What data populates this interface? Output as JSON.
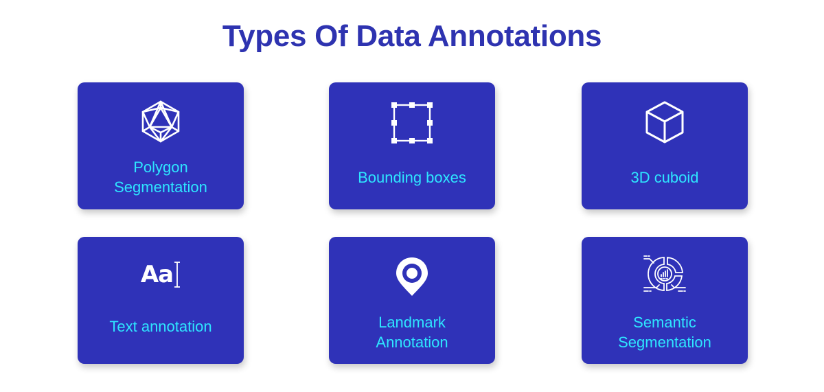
{
  "title": "Types Of Data Annotations",
  "colors": {
    "title": "#2e33b0",
    "card_background": "#2f32b8",
    "label": "#2ee6ff",
    "icon": "#ffffff"
  },
  "cards": [
    {
      "id": "polygon-segmentation",
      "icon": "icosahedron-icon",
      "label_lines": [
        "Polygon",
        "Segmentation"
      ]
    },
    {
      "id": "bounding-boxes",
      "icon": "bounding-box-icon",
      "label_lines": [
        "Bounding boxes"
      ]
    },
    {
      "id": "3d-cuboid",
      "icon": "cube-icon",
      "label_lines": [
        "3D cuboid"
      ]
    },
    {
      "id": "text-annotation",
      "icon": "text-cursor-icon",
      "icon_text": "Aa",
      "label_lines": [
        "Text annotation"
      ]
    },
    {
      "id": "landmark-annotation",
      "icon": "map-pin-icon",
      "label_lines": [
        "Landmark",
        "Annotation"
      ]
    },
    {
      "id": "semantic-segmentation",
      "icon": "chart-segments-icon",
      "label_lines": [
        "Semantic",
        "Segmentation"
      ]
    }
  ]
}
